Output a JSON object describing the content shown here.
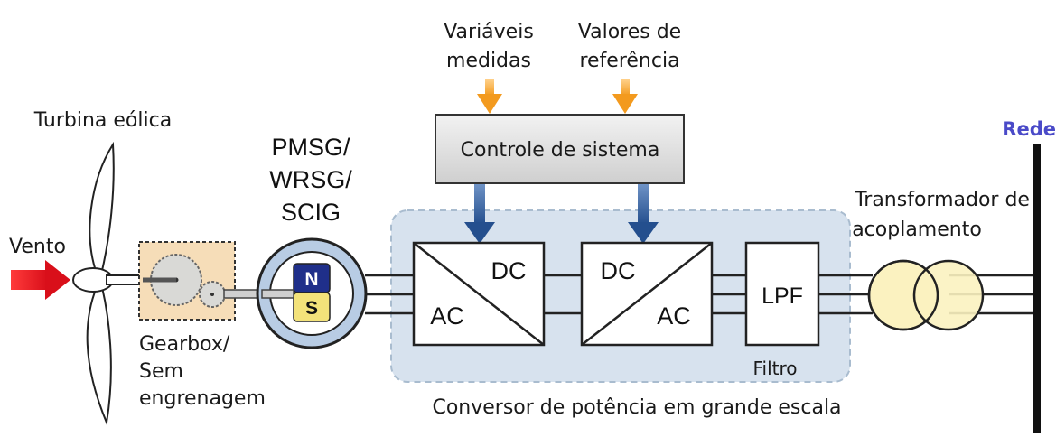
{
  "labels": {
    "measured_vars_line1": "Variáveis",
    "measured_vars_line2": "medidas",
    "reference_line1": "Valores de",
    "reference_line2": "referência",
    "turbine": "Turbina eólica",
    "grid": "Rede",
    "generator_line1": "PMSG/",
    "generator_line2": "WRSG/",
    "generator_line3": "SCIG",
    "control": "Controle de sistema",
    "transformer_line1": "Transformador de",
    "transformer_line2": "acoplamento",
    "wind": "Vento",
    "gearbox_line1": "Gearbox/",
    "gearbox_line2": "Sem",
    "gearbox_line3": "engrenagem",
    "magnet_n": "N",
    "magnet_s": "S",
    "rectifier_dc": "DC",
    "rectifier_ac": "AC",
    "inverter_dc": "DC",
    "inverter_ac": "AC",
    "filter_box": "LPF",
    "filter": "Filtro",
    "converter": "Conversor de potência em grande escala"
  },
  "colors": {
    "wind_arrow": "#e8202a",
    "input_arrow": "#f5a623",
    "control_arrow": "#2f5d9e",
    "converter_region": "#d7e2ee",
    "gearbox_fill": "#f6ddb8",
    "generator_ring": "#b8cce4",
    "transformer_fill": "#fbf2c0",
    "magnet_n": "#1f2f8a",
    "magnet_s": "#f3e27a",
    "grid_label": "#4a4ac8"
  }
}
